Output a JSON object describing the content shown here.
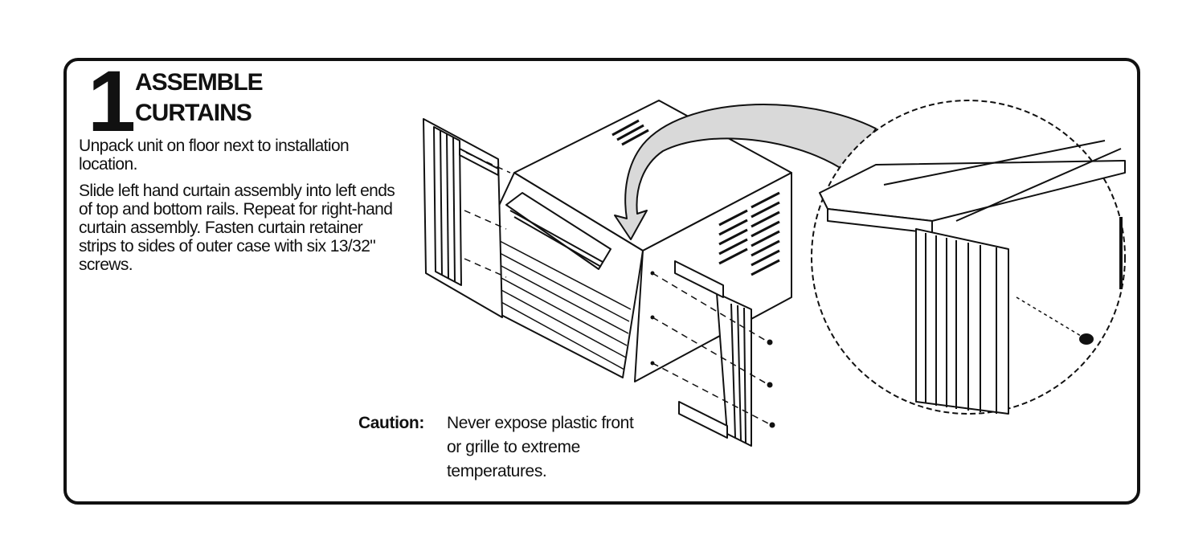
{
  "step": {
    "number": "1",
    "title_line1": "ASSEMBLE",
    "title_line2": "CURTAINS"
  },
  "instructions": {
    "paragraph1": "Unpack unit on floor next to installation location.",
    "paragraph2": "Slide left hand curtain assembly into left ends of top and bottom rails. Repeat for right-hand curtain assembly. Fasten curtain retainer strips to sides of outer case with six 13/32\" screws."
  },
  "caution": {
    "label": "Caution:",
    "line1": "Never expose plastic front",
    "line2": "or grille to extreme",
    "line3": "temperatures."
  },
  "colors": {
    "ink": "#111111",
    "arrow_fill": "#d9d9d9",
    "paper": "#ffffff"
  }
}
